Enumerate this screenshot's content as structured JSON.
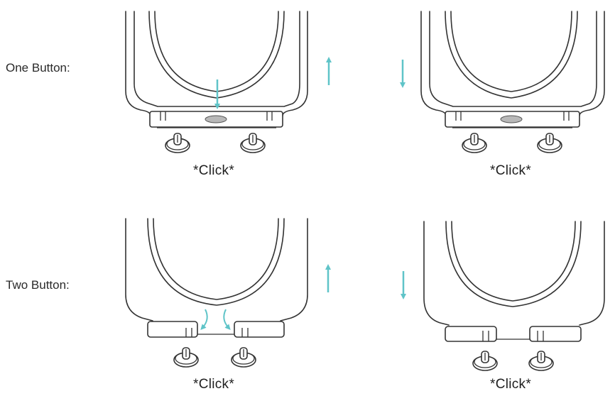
{
  "rows": [
    {
      "label": "One Button:",
      "left_click": "*Click*",
      "right_click": "*Click*"
    },
    {
      "label": "Two Button:",
      "left_click": "*Click*",
      "right_click": "*Click*"
    }
  ],
  "colors": {
    "arrow": "#5fc4c8",
    "button": "#b8b8b8",
    "outline": "#333333"
  },
  "icons": [
    "arrow-up-icon",
    "arrow-down-icon",
    "press-arrow-icon",
    "squeeze-arrow-icon"
  ]
}
